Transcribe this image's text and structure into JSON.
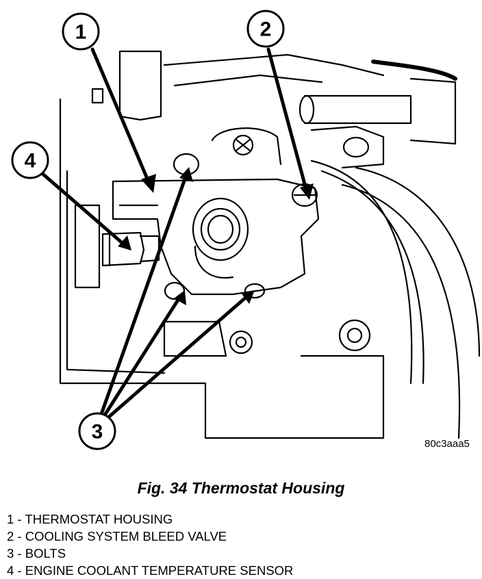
{
  "callouts": [
    {
      "number": "1"
    },
    {
      "number": "2"
    },
    {
      "number": "3"
    },
    {
      "number": "4"
    }
  ],
  "image_code": "80c3aaa5",
  "figure_caption": "Fig. 34 Thermostat Housing",
  "legend": [
    {
      "number": "1",
      "separator": " - ",
      "label": "THERMOSTAT HOUSING"
    },
    {
      "number": "2",
      "separator": " - ",
      "label": "COOLING SYSTEM BLEED VALVE"
    },
    {
      "number": "3",
      "separator": " - ",
      "label": "BOLTS"
    },
    {
      "number": "4",
      "separator": " - ",
      "label": "ENGINE COOLANT TEMPERATURE SENSOR"
    }
  ]
}
